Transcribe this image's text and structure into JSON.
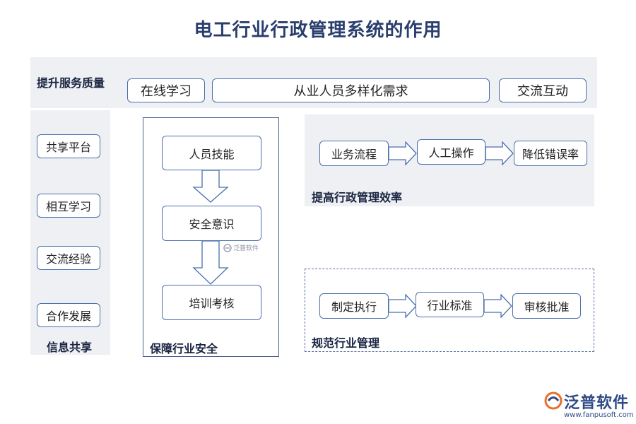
{
  "title": "电工行业行政管理系统的作用",
  "top_band": {
    "label": "提升服务质量",
    "items": [
      "在线学习",
      "从业人员多样化需求",
      "交流互动"
    ]
  },
  "left_column": {
    "items": [
      "共享平台",
      "相互学习",
      "交流经验",
      "合作发展"
    ],
    "label": "信息共享"
  },
  "safety": {
    "items": [
      "人员技能",
      "安全意识",
      "培训考核"
    ],
    "label": "保障行业安全"
  },
  "efficiency": {
    "items": [
      "业务流程",
      "人工操作",
      "降低错误率"
    ],
    "label": "提高行政管理效率"
  },
  "standard": {
    "items": [
      "制定执行",
      "行业标准",
      "审核批准"
    ],
    "label": "规范行业管理"
  },
  "watermark": {
    "text": "泛普软件"
  },
  "brand": {
    "name": "泛普软件",
    "url": "www.fanpusoft.com"
  },
  "colors": {
    "title": "#2a3f6e",
    "border": "#4b6fae",
    "panel": "#eef0f4"
  }
}
